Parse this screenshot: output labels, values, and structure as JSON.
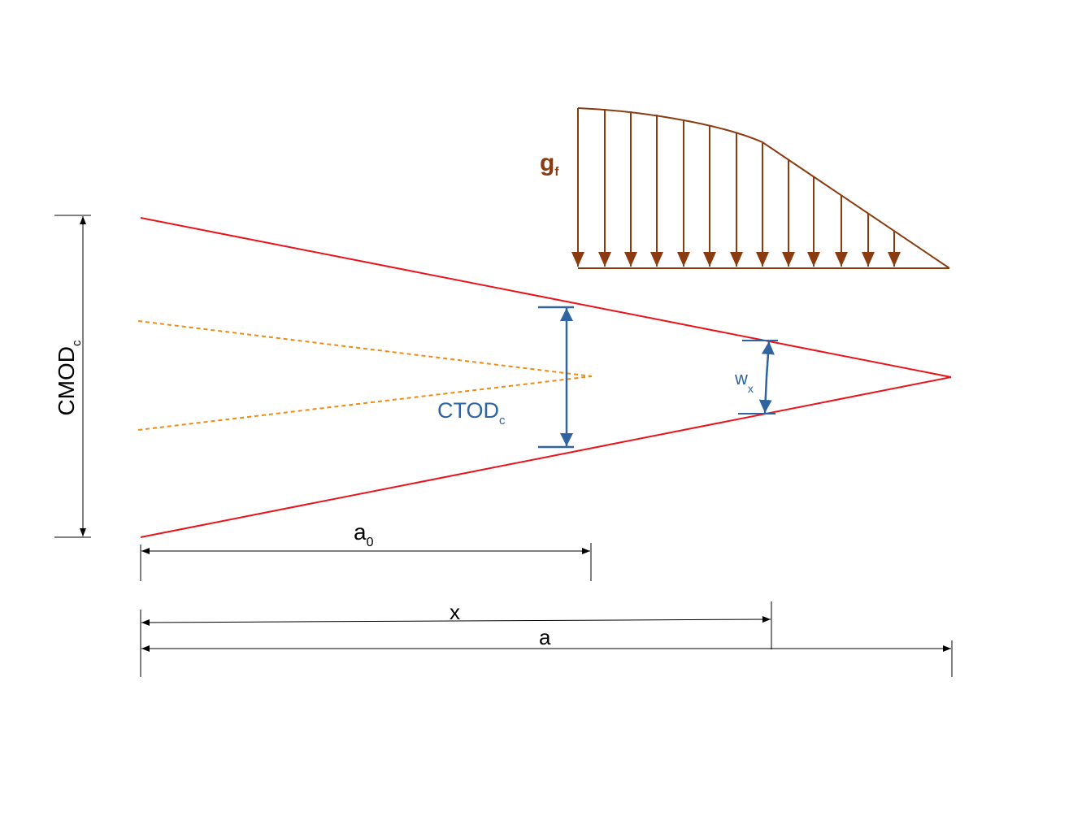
{
  "colors": {
    "crack": "#e8141c",
    "initial_crack": "#f08a12",
    "opening": "#2f64a0",
    "cohesive": "#8a3b10",
    "dimension": "#000000"
  },
  "labels": {
    "gf_main": "g",
    "gf_sub": "f",
    "cmod_main": "CMOD",
    "cmod_sub": "c",
    "ctod_main": "CTOD",
    "ctod_sub": "c",
    "wx_main": "w",
    "wx_sub": "x",
    "a0_main": "a",
    "a0_sub": "0",
    "x_label": "x",
    "a_label": "a"
  }
}
